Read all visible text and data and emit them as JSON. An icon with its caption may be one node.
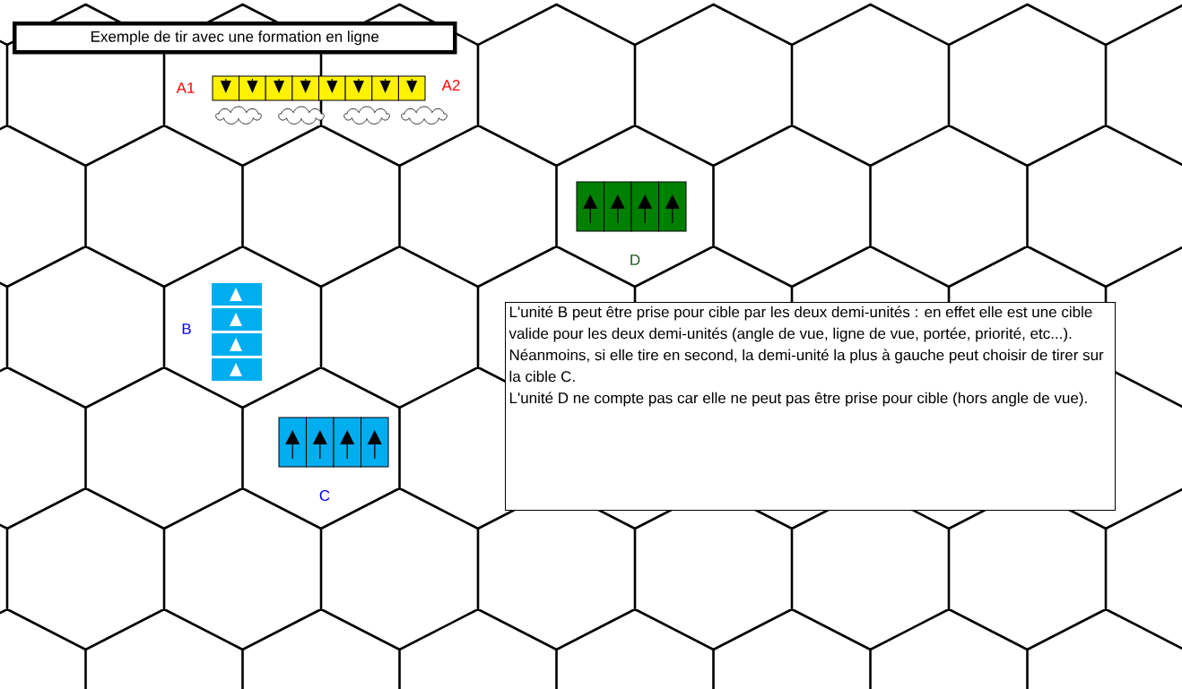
{
  "diagram": {
    "title": "Exemple de tir avec une formation en ligne",
    "nodes": [
      {
        "text": [
          "L'unité B peut être prise pour cible par les deux demi-unités : en effet elle est une cible valide pour les deux demi-unités (angle de vue, ligne de vue, portée, priorité, etc...).",
          "Néanmoins, si elle tire en second, la demi-unité la plus à gauche peut choisir de tirer sur la cible C.",
          "L'unité D ne compte pas car elle ne peut pas être prise pour cible (hors angle de vue)."
        ]
      }
    ],
    "labels": [
      "A1",
      "A2",
      "B",
      "C",
      "D"
    ]
  }
}
